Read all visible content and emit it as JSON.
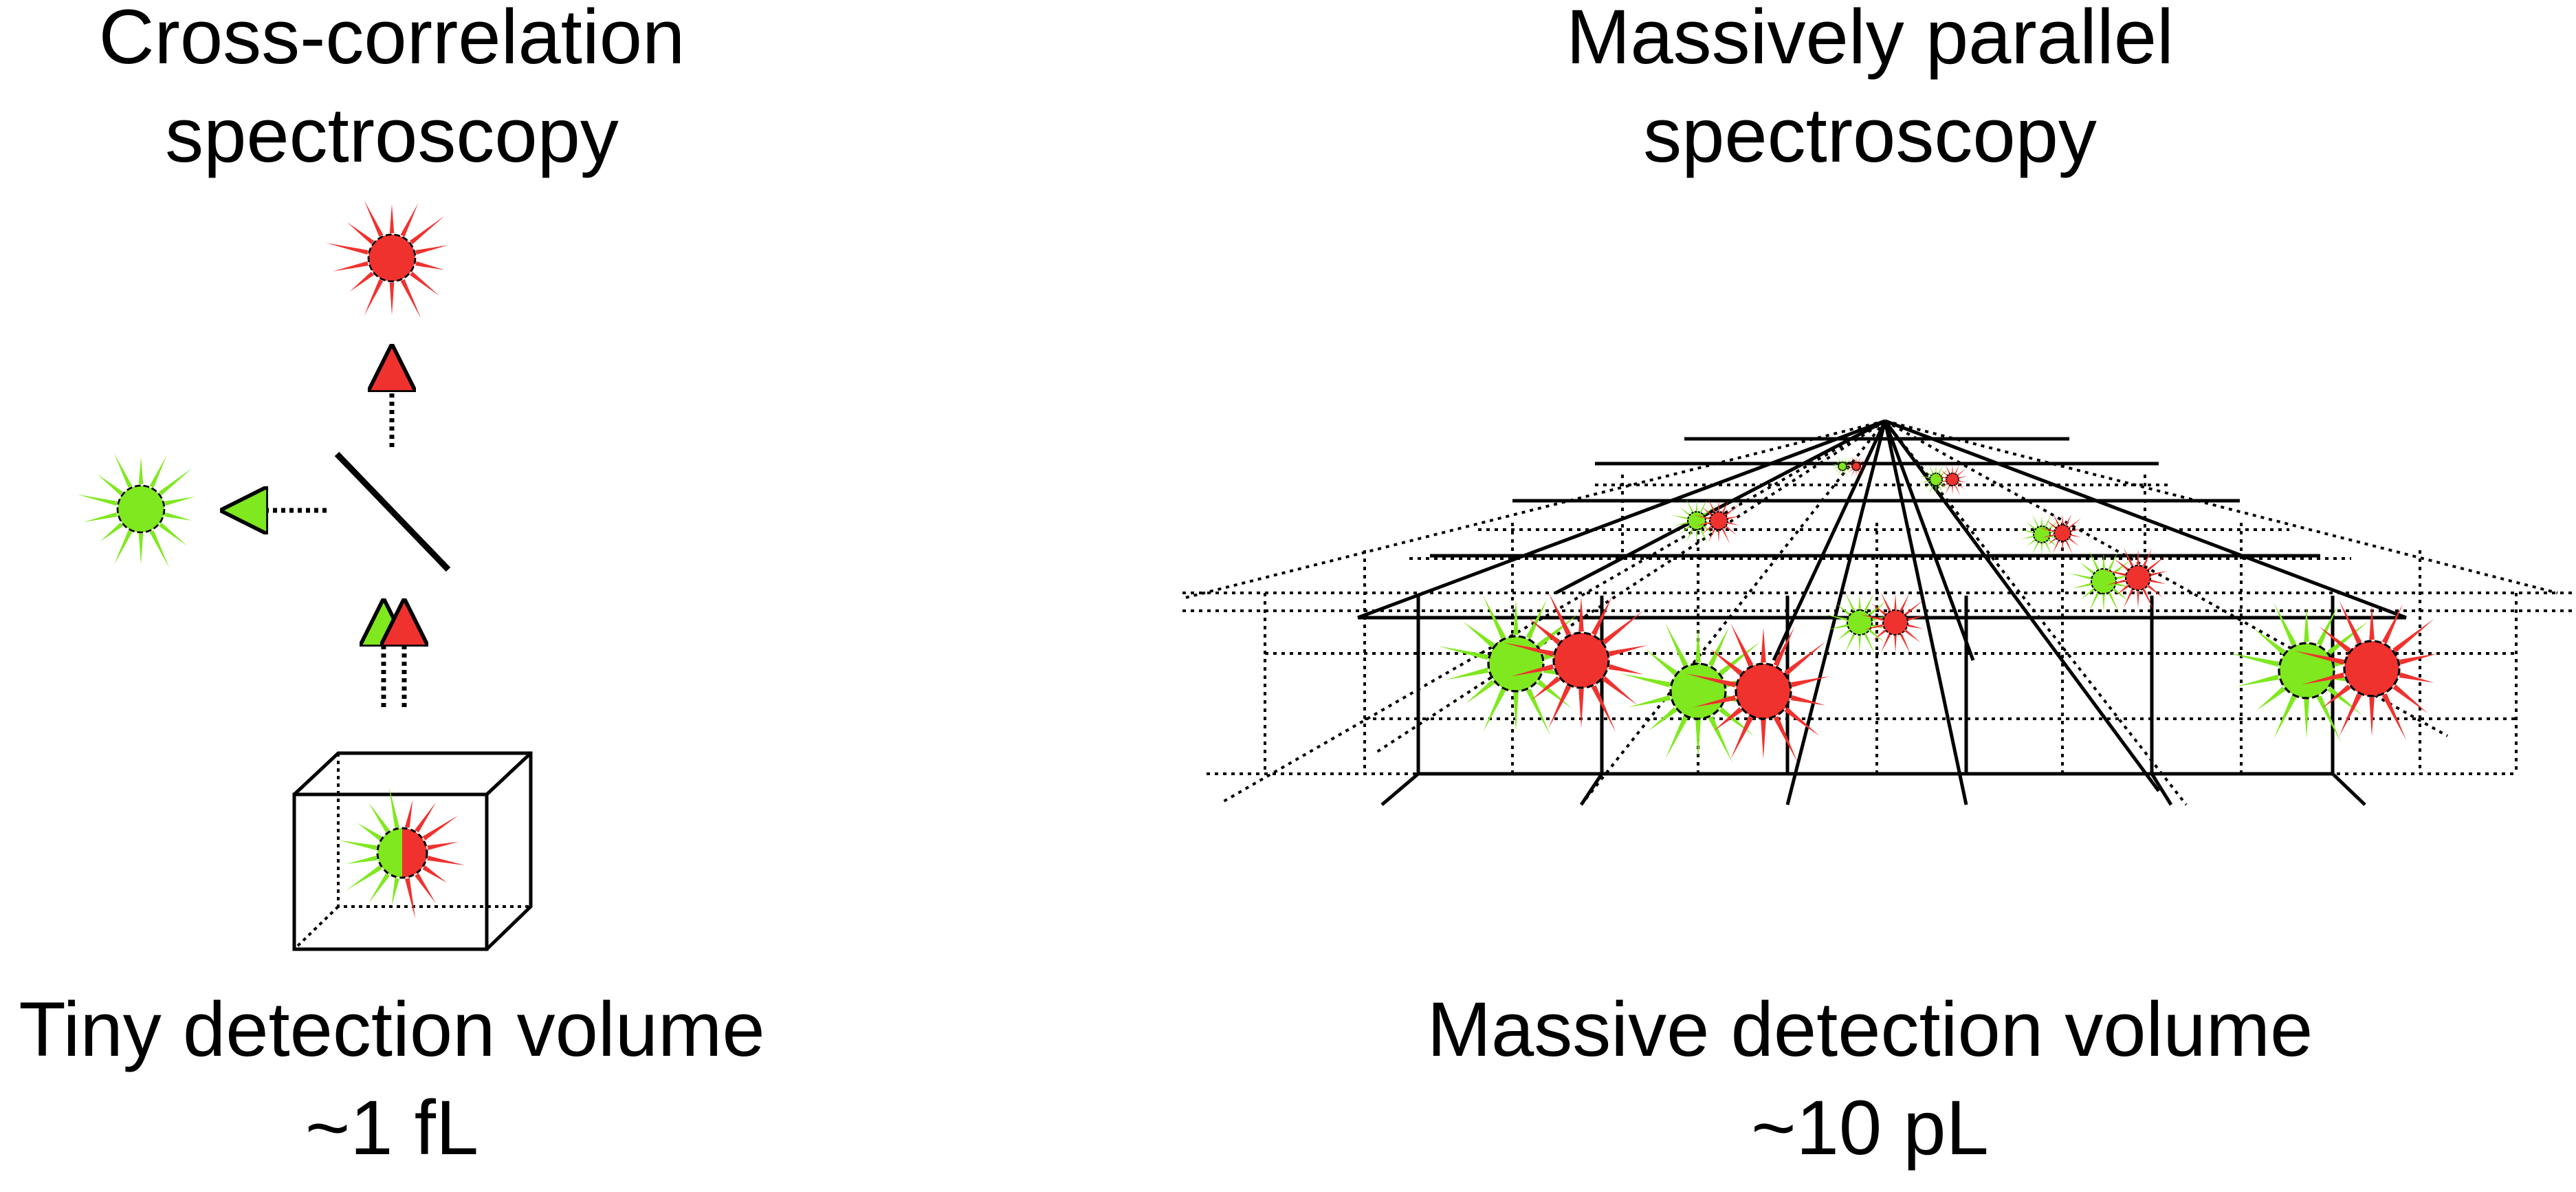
{
  "left_panel": {
    "title_line1": "Cross-correlation",
    "title_line2": "spectroscopy",
    "caption_line1": "Tiny detection volume",
    "caption_line2": "~1 fL"
  },
  "right_panel": {
    "title_line1": "Massively parallel",
    "title_line2": "spectroscopy",
    "caption_line1": "Massive detection volume",
    "caption_line2": "~10 pL"
  },
  "colors": {
    "green": "#7fe81f",
    "red": "#f0322e",
    "line": "#000000"
  }
}
